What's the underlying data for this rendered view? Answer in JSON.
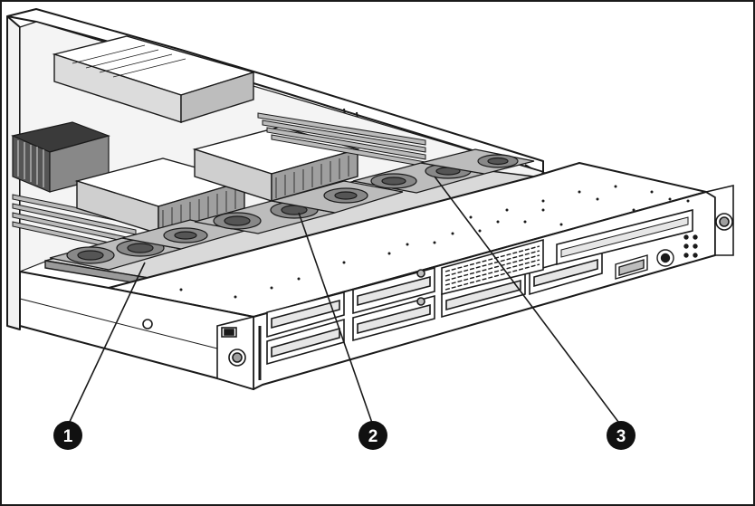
{
  "diagram": {
    "colors": {
      "line": "#1a1a1a",
      "chassis_fill": "#ffffff",
      "shade_light": "#e6e6e6",
      "shade_mid": "#bdbdbd",
      "shade_dark": "#6e6e6e",
      "callout_fill": "#111111",
      "callout_text": "#ffffff"
    },
    "callouts": [
      {
        "label": "1",
        "target": "fan-group-left"
      },
      {
        "label": "2",
        "target": "fan-group-center"
      },
      {
        "label": "3",
        "target": "fan-group-right"
      }
    ]
  }
}
